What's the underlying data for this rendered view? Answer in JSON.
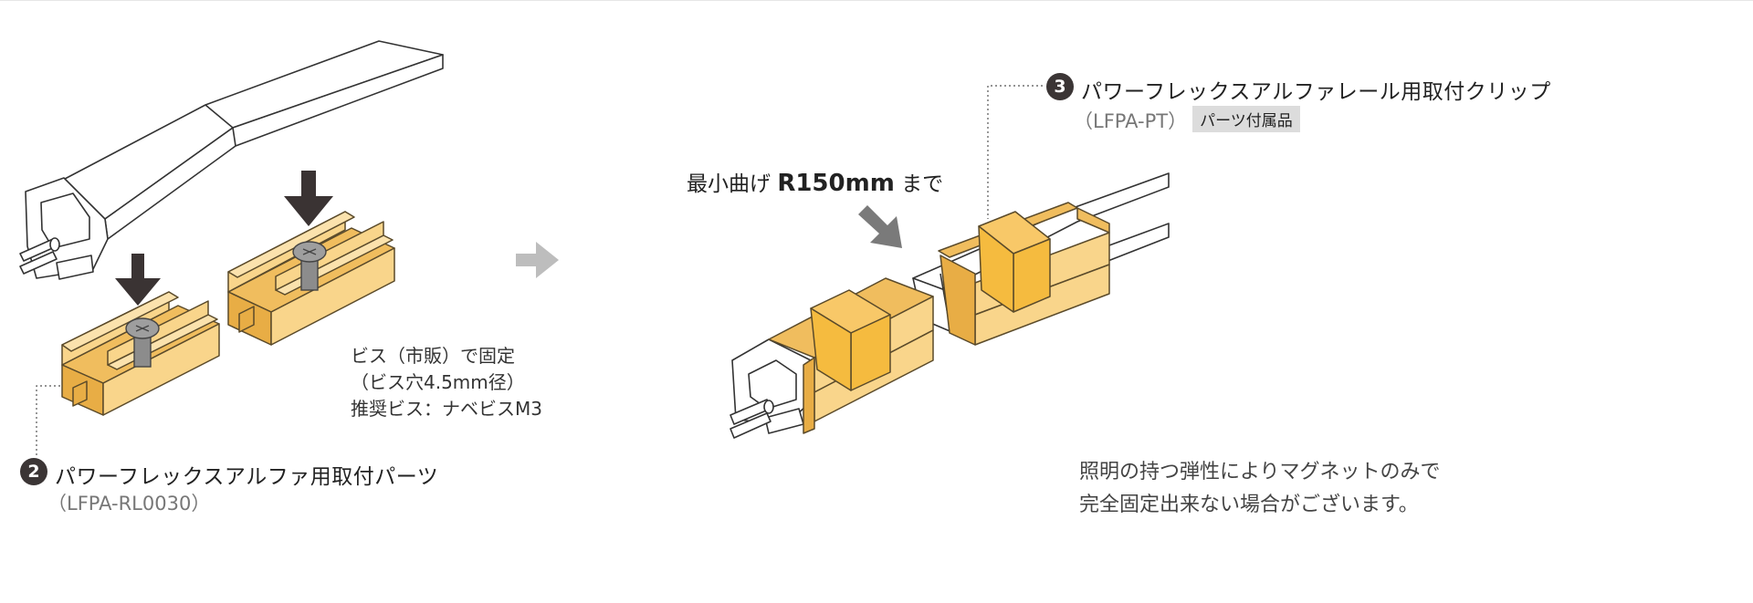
{
  "left_callout": {
    "number": "2",
    "title": "パワーフレックスアルファ用取付パーツ",
    "code": "（LFPA-RL0030）"
  },
  "screw_note": {
    "line1": "ビス（市販）で固定",
    "line2": "（ビス穴4.5mm径）",
    "line3": "推奨ビス：ナベビスM3"
  },
  "right_callout": {
    "number": "3",
    "title": "パワーフレックスアルファレール用取付クリップ",
    "code": "（LFPA-PT）",
    "tag": "パーツ付属品"
  },
  "bend_note": {
    "prefix": "最小曲げ ",
    "value": "R150mm",
    "suffix": " まで"
  },
  "magnet_note": {
    "line1": "照明の持つ弾性によりマグネットのみで",
    "line2": "完全固定出来ない場合がございます。"
  },
  "colors": {
    "part_fill": "#f9d58b",
    "part_side": "#f0bd5e",
    "clip": "#f5bb3f",
    "outline": "#5a4a2a",
    "arrow_dark": "#3a3333",
    "arrow_gray": "#7a7a7a",
    "arrow_light": "#bdbdbd"
  }
}
